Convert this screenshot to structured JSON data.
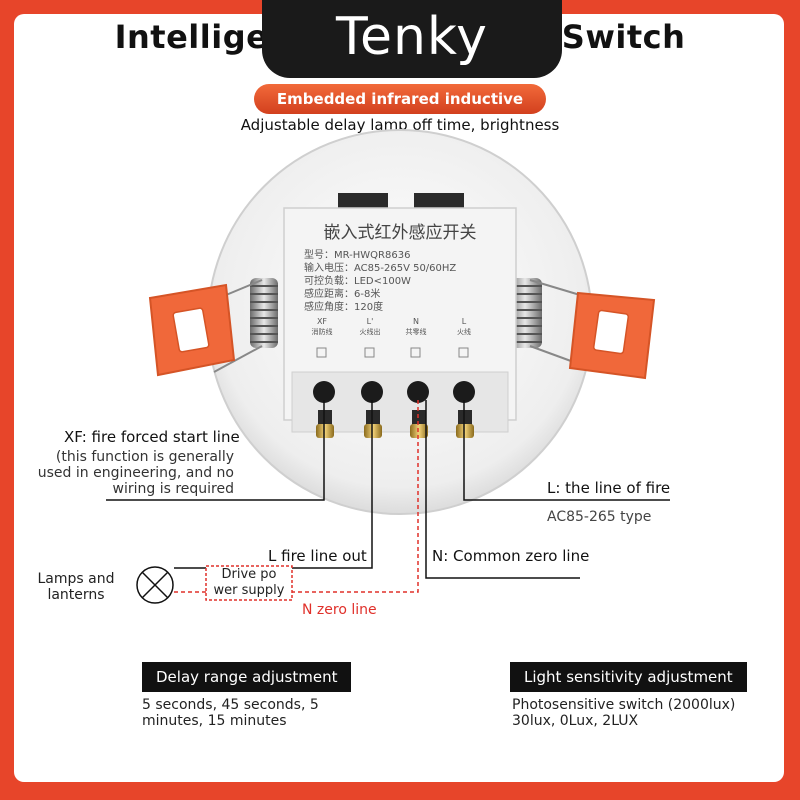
{
  "header": {
    "title": "Intelligent Body Sensor Switch",
    "brand": "Tenky",
    "badge": "Embedded infrared inductive switch",
    "subtitle": "Adjustable delay lamp off time, brightness"
  },
  "device_label": {
    "heading": "嵌入式红外感应开关",
    "lines": [
      "型号：MR-HWQR8636",
      "输入电压：AC85-265V 50/60HZ",
      "可控负载：LED<100W",
      "感应距离：6-8米",
      "感应角度：120度"
    ],
    "terminals": [
      {
        "code": "XF",
        "name": "消防线"
      },
      {
        "code": "L'",
        "name": "火线出"
      },
      {
        "code": "N",
        "name": "共零线"
      },
      {
        "code": "L",
        "name": "火线"
      }
    ]
  },
  "callouts": {
    "xf_title": "XF: fire forced start line",
    "xf_note": [
      "(this function is generally",
      "used in engineering, and no",
      "wiring is required"
    ],
    "l_fire": "L: the line of fire",
    "l_fire_type": "AC85-265 type",
    "l_out": "L fire line out",
    "n_common": "N: Common zero line",
    "lamps": [
      "Lamps and",
      "lanterns"
    ],
    "drive": [
      "Drive po",
      "wer supply"
    ],
    "n_zero": "N zero line"
  },
  "delay": {
    "heading": "Delay range adjustment",
    "text": [
      "5 seconds, 45 seconds, 5",
      "minutes, 15 minutes"
    ]
  },
  "sensitivity": {
    "heading": "Light sensitivity adjustment",
    "text": [
      "Photosensitive switch (2000lux)",
      "30lux, 0Lux, 2LUX"
    ]
  },
  "colors": {
    "accent": "#e7452a",
    "clip": "#f0683a",
    "zero_line": "#e0302a",
    "dark": "#111111"
  }
}
